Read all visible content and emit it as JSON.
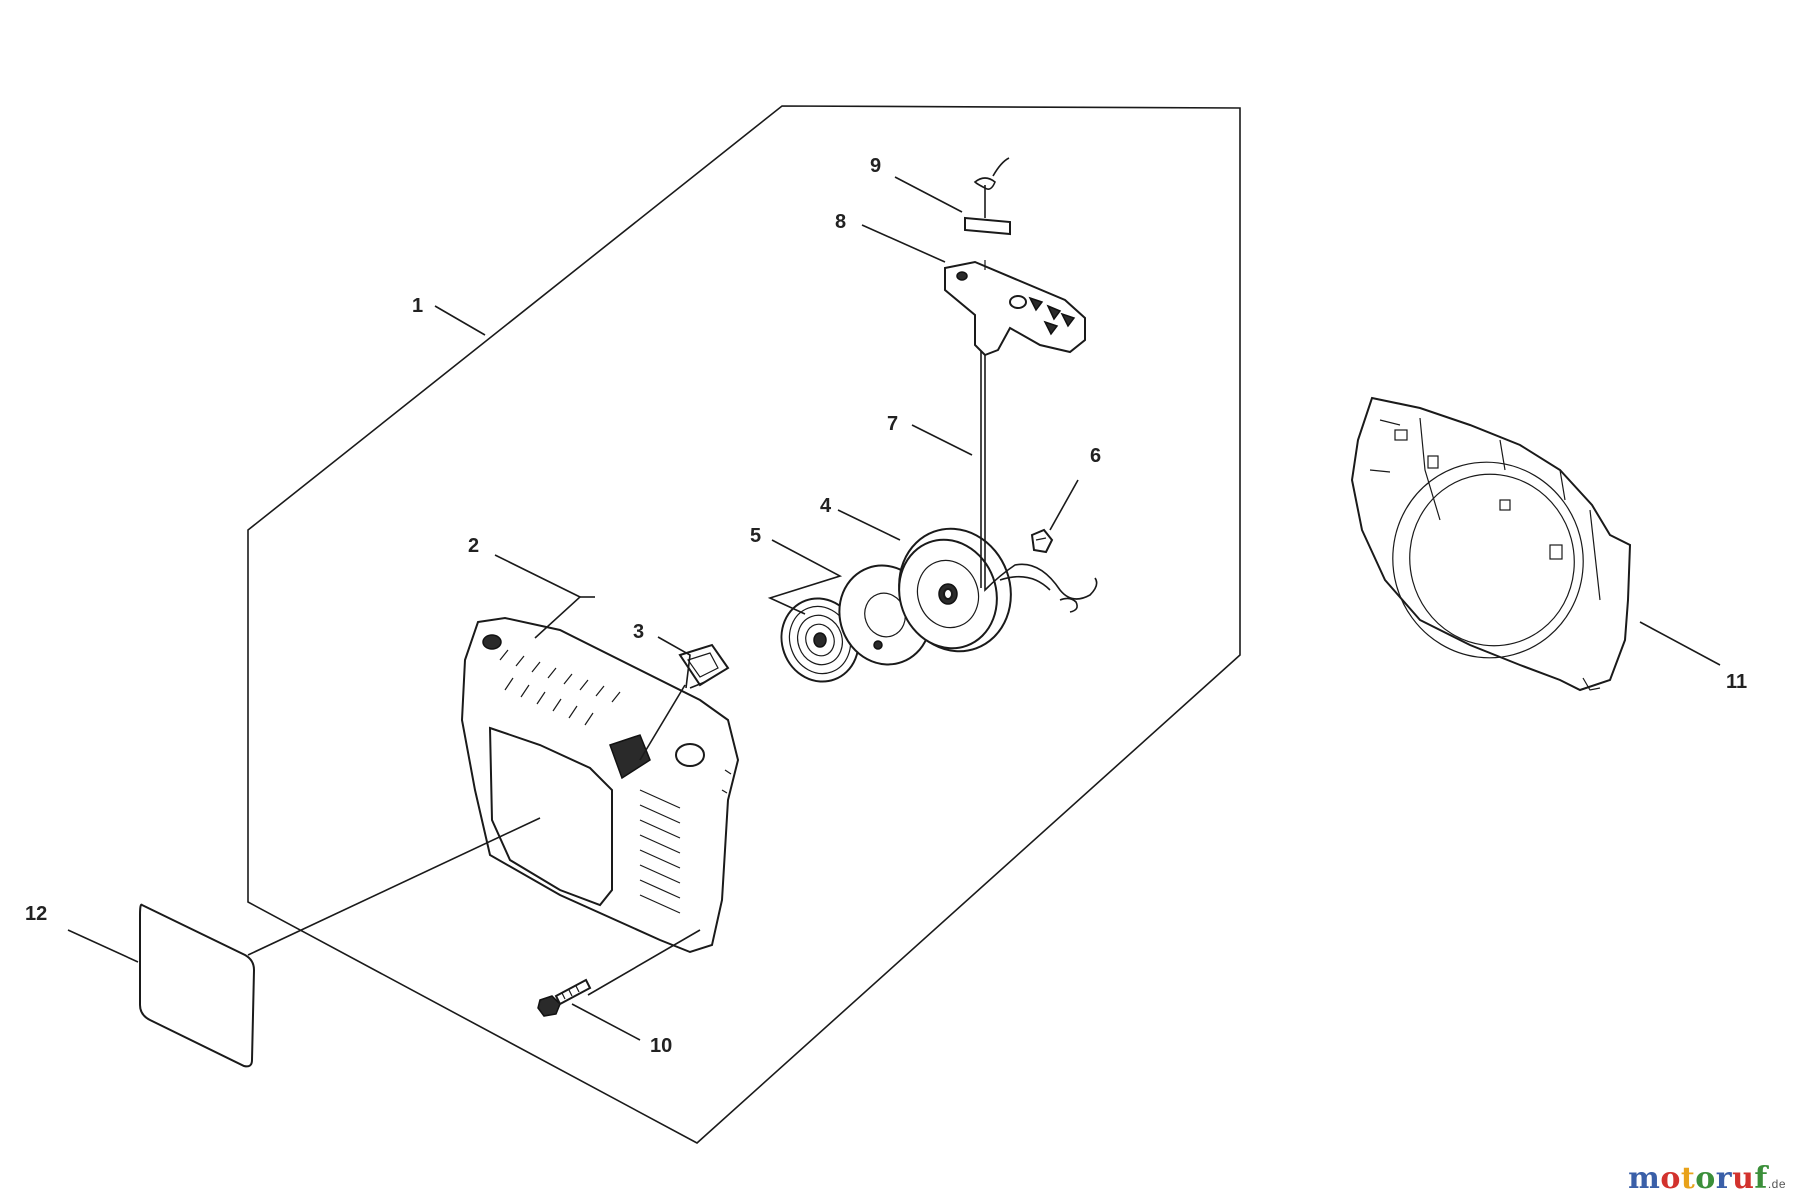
{
  "diagram": {
    "callouts": [
      {
        "id": "1",
        "label": "1"
      },
      {
        "id": "2",
        "label": "2"
      },
      {
        "id": "3",
        "label": "3"
      },
      {
        "id": "4",
        "label": "4"
      },
      {
        "id": "5",
        "label": "5"
      },
      {
        "id": "6",
        "label": "6"
      },
      {
        "id": "7",
        "label": "7"
      },
      {
        "id": "8",
        "label": "8"
      },
      {
        "id": "9",
        "label": "9"
      },
      {
        "id": "10",
        "label": "10"
      },
      {
        "id": "11",
        "label": "11"
      },
      {
        "id": "12",
        "label": "12"
      }
    ]
  },
  "watermark": {
    "letters": [
      "m",
      "o",
      "t",
      "o",
      "r",
      "u",
      "f"
    ],
    "colors": [
      "#3a5fa8",
      "#d2322d",
      "#e8a21a",
      "#3b8f3a",
      "#3a5fa8",
      "#d2322d",
      "#3b8f3a"
    ],
    "suffix": ".de"
  }
}
